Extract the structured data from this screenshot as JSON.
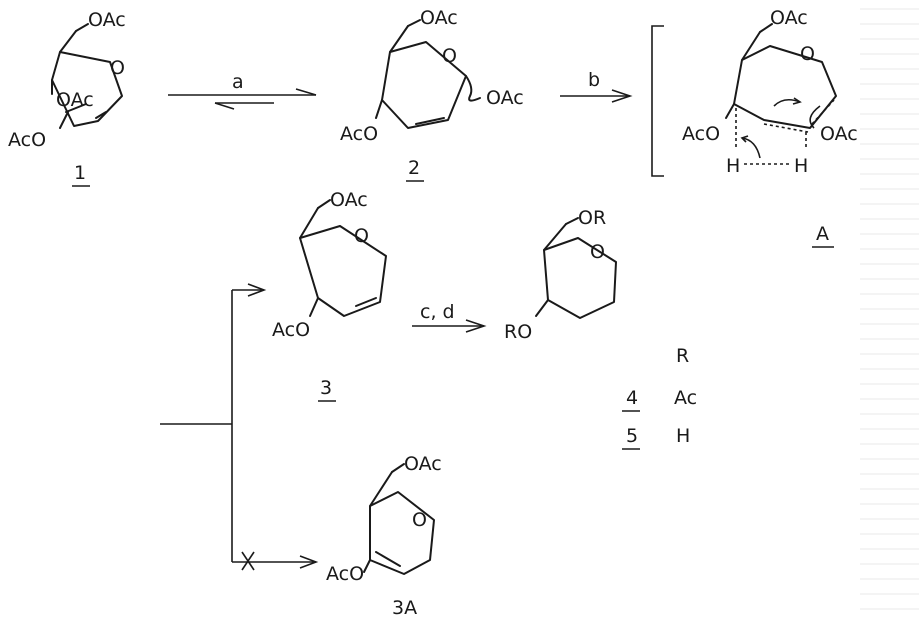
{
  "labels": {
    "oac": "OAc",
    "aco": "AcO",
    "or": "OR",
    "ro": "RO",
    "o": "O",
    "h": "H"
  },
  "compounds": {
    "c1": "1",
    "c2": "2",
    "cA": "A",
    "c3": "3",
    "c3A": "3A",
    "c4": "4",
    "c5": "5"
  },
  "reagents": {
    "a": "a",
    "b": "b",
    "cd": "c, d"
  },
  "r_table": {
    "header": "R",
    "rows": [
      {
        "compound": "4",
        "r": "Ac"
      },
      {
        "compound": "5",
        "r": "H"
      }
    ]
  }
}
